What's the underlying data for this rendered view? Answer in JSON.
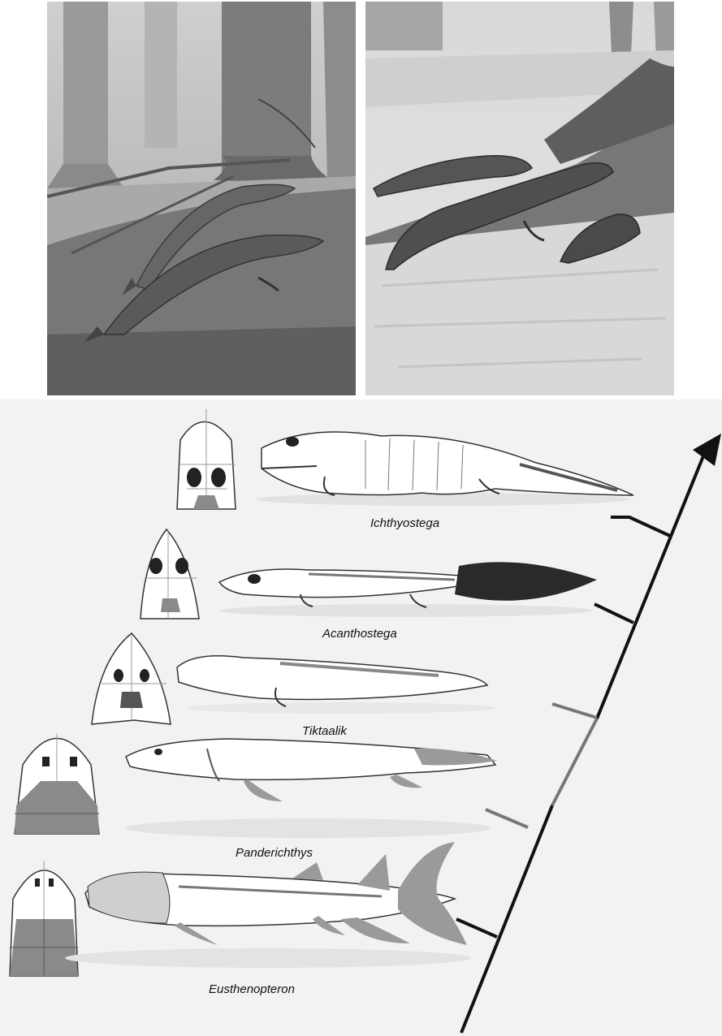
{
  "colors": {
    "background": "#f2f2f2",
    "axis": "#111111",
    "axis_highlight": "#777777",
    "skull_fill": "#ffffff",
    "skull_bone_dark": "#222222",
    "skull_bone_grey": "#8a8a8a"
  },
  "illustrations": {
    "left": "painting-fish-emerging-onto-swamp-bank",
    "right": "painting-early-tetrapods-on-swamp-bank"
  },
  "taxa": [
    {
      "name": "Ichthyostega",
      "highlight": false
    },
    {
      "name": "Acanthostega",
      "highlight": false
    },
    {
      "name": "Tiktaalik",
      "highlight": true
    },
    {
      "name": "Panderichthys",
      "highlight": true
    },
    {
      "name": "Eusthenopteron",
      "highlight": false
    }
  ]
}
